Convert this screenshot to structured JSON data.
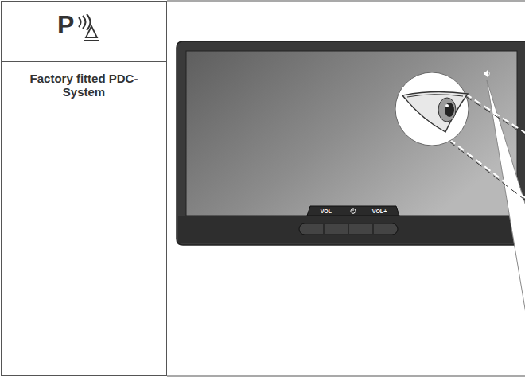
{
  "diagram": {
    "nodes": [
      {
        "text": [
          "P"
        ]
      },
      {
        "text": [
          "Factory fitted PDC-System"
        ]
      }
    ],
    "labels": [
      "VOL-",
      "VOL+"
    ]
  }
}
